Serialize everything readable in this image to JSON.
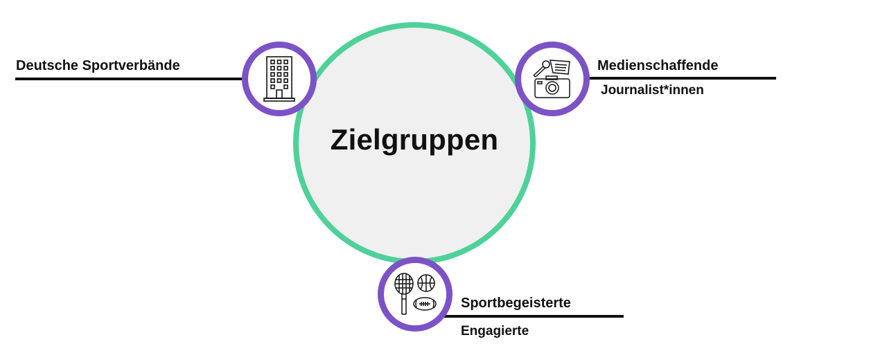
{
  "title": "Zielgruppen",
  "groups": {
    "verbaende": {
      "label": "Deutsche Sportverbände",
      "icon": "building-icon"
    },
    "medien": {
      "label": "Medienschaffende",
      "sublabel": "Journalist*innen",
      "icon": "media-icon"
    },
    "sport": {
      "label": "Sportbegeisterte",
      "sublabel": "Engagierte",
      "icon": "sports-equipment-icon"
    }
  },
  "colors": {
    "main_circle_fill": "#f0f0f0",
    "main_circle_border": "#4fd199",
    "icon_circle_border": "#7c53c6",
    "line": "#111111"
  }
}
